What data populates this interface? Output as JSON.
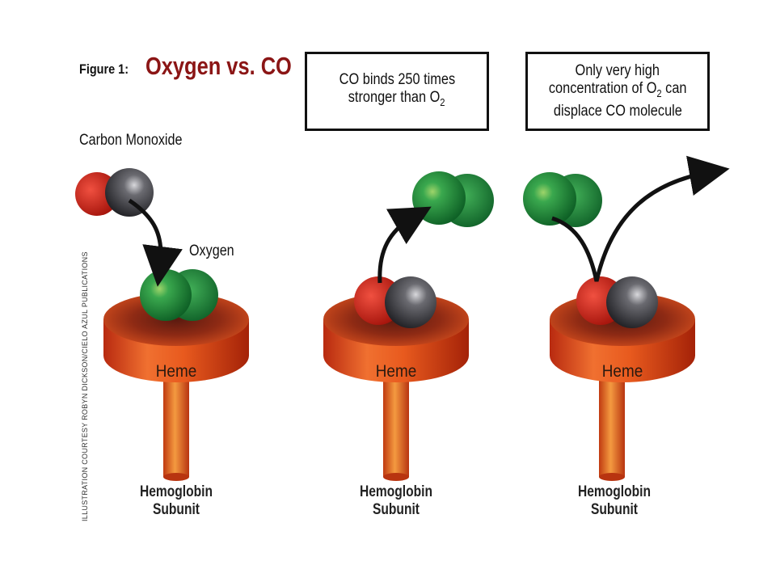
{
  "figure": {
    "label": "Figure 1:",
    "title": "Oxygen vs. CO"
  },
  "callouts": {
    "box1": {
      "line1": "CO binds 250 times",
      "line2_pre": "stronger than O",
      "line2_sub": "2"
    },
    "box2": {
      "line1": "Only very high",
      "line2_pre": "concentration of O",
      "line2_sub": "2",
      "line2_post": " can",
      "line3": "displace CO molecule"
    }
  },
  "labels": {
    "carbon_monoxide": "Carbon Monoxide",
    "oxygen": "Oxygen"
  },
  "panels": [
    {
      "heme": "Heme",
      "subunit_line1": "Hemoglobin",
      "subunit_line2": "Subunit"
    },
    {
      "heme": "Heme",
      "subunit_line1": "Hemoglobin",
      "subunit_line2": "Subunit"
    },
    {
      "heme": "Heme",
      "subunit_line1": "Hemoglobin",
      "subunit_line2": "Subunit"
    }
  ],
  "credit": "ILLUSTRATION COURTESY ROBYN DICKSON/CIELO AZUL PUBLICATIONS",
  "colors": {
    "title": "#8b1515",
    "oxygen_atom": "#1a8a3a",
    "carbon_atom": "#3a3a3e",
    "co_oxygen_atom": "#d42418",
    "heme_disc": "#d8401a",
    "stalk": "#e06a1c"
  }
}
